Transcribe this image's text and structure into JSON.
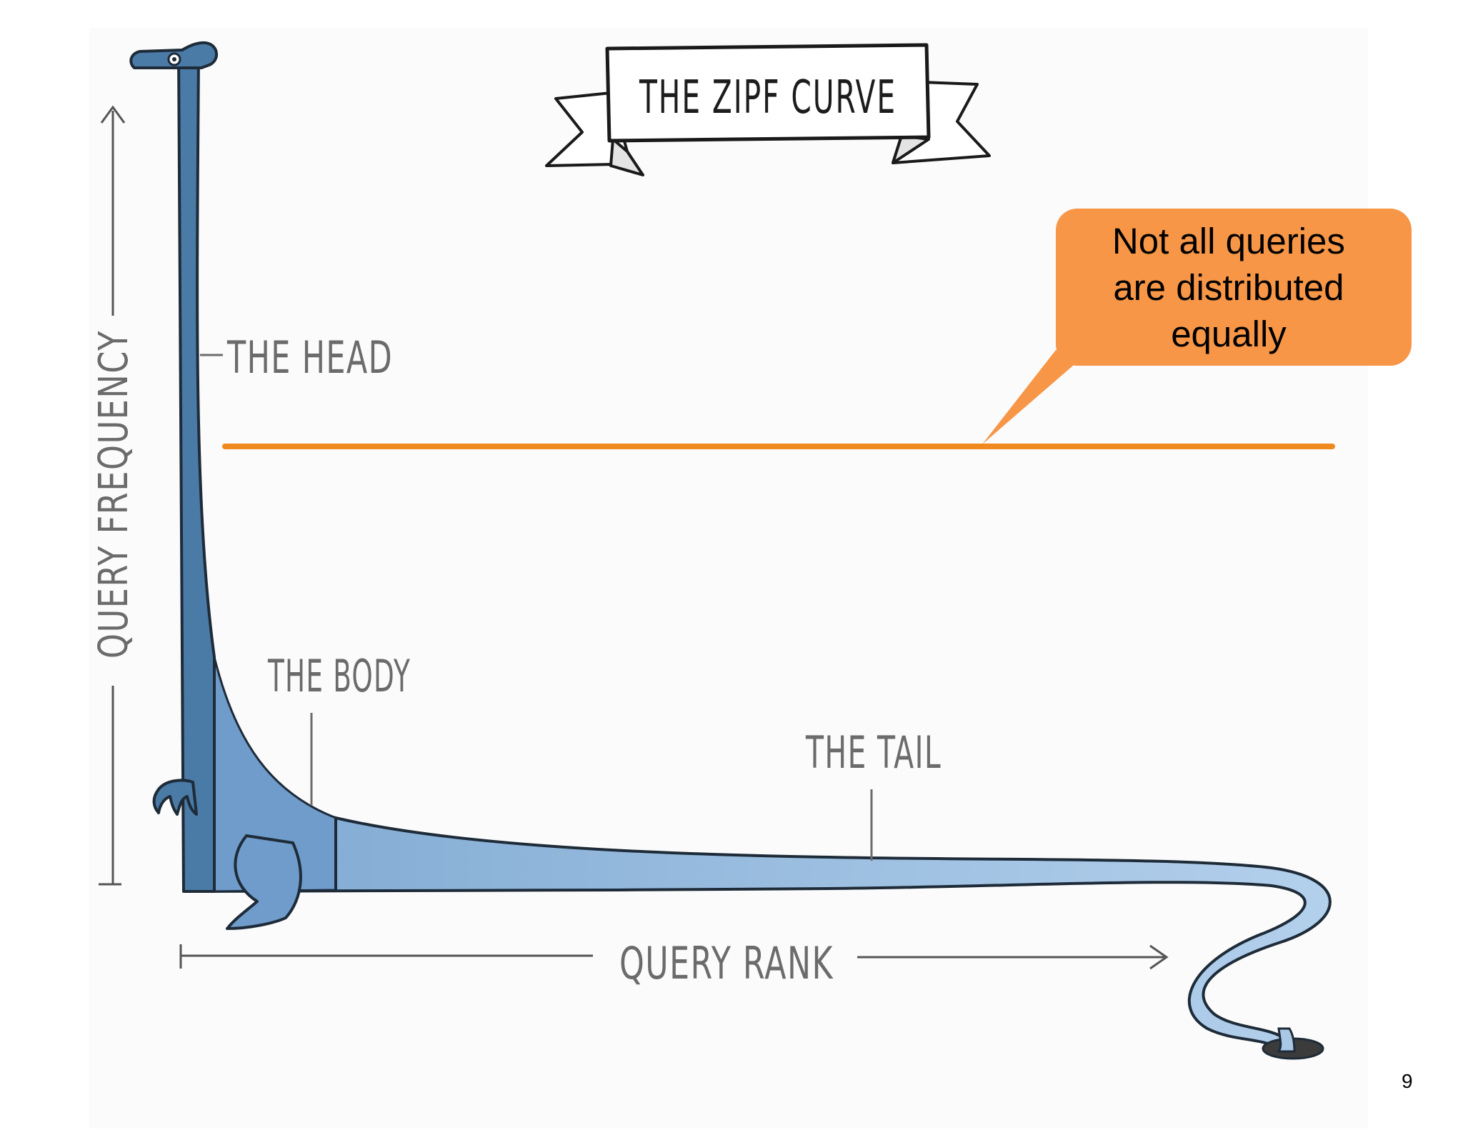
{
  "banner": {
    "title": "THE ZIPF CURVE"
  },
  "axes": {
    "y_label": "QUERY FREQUENCY",
    "x_label": "QUERY RANK"
  },
  "sections": {
    "head": "THE HEAD",
    "body": "THE BODY",
    "tail": "THE TAIL"
  },
  "callout": {
    "lines": [
      "Not all queries",
      "are distributed",
      "equally"
    ],
    "color": "#f79646"
  },
  "reference_line": {
    "color": "#f0891e"
  },
  "dinosaur": {
    "dark_color": "#4a7aa6",
    "light_color": "#8fb8df",
    "outline_color": "#1e2b38"
  },
  "page_number": "9"
}
